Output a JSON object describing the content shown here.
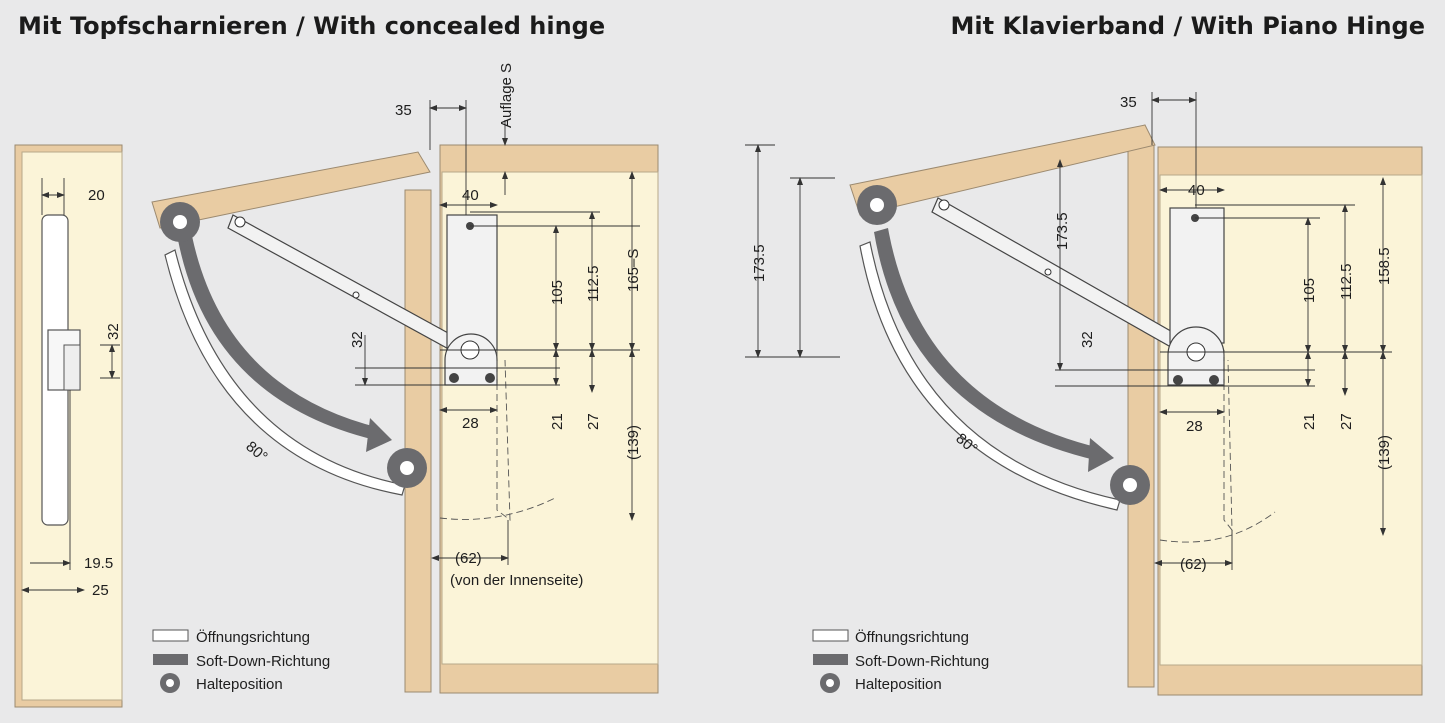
{
  "titles": {
    "left": "Mit Topfscharnieren / With concealed hinge",
    "right": "Mit Klavierband / With Piano Hinge"
  },
  "side_view": {
    "dims": [
      "20",
      "32",
      "19.5",
      "25"
    ]
  },
  "left_diagram": {
    "dims": {
      "top_offset": "35",
      "support": "Auflage S",
      "width_40": "40",
      "d105": "105",
      "d112_5": "112.5",
      "d165_s": "165–S",
      "d32": "32",
      "d21": "21",
      "d27": "27",
      "d139": "(139)",
      "d28": "28",
      "angle": "80°",
      "d62": "(62)",
      "inner_note": "(von der Innenseite)"
    }
  },
  "right_diagram": {
    "dims": {
      "top_offset": "35",
      "d173_5_outer": "173.5",
      "d173_5_inner": "173.5",
      "width_40": "40",
      "d105": "105",
      "d112_5": "112.5",
      "d158_5": "158.5",
      "d32": "32",
      "d21": "21",
      "d27": "27",
      "d139": "(139)",
      "d28": "28",
      "angle": "80°",
      "d62": "(62)"
    }
  },
  "legend": {
    "opening": "Öffnungsrichtung",
    "soft_down": "Soft-Down-Richtung",
    "hold": "Halteposition"
  },
  "colors": {
    "background": "#e9e9ea",
    "wood": "#e9cca3",
    "inner": "#fbf4d8",
    "arrow": "#6b6b6e"
  }
}
